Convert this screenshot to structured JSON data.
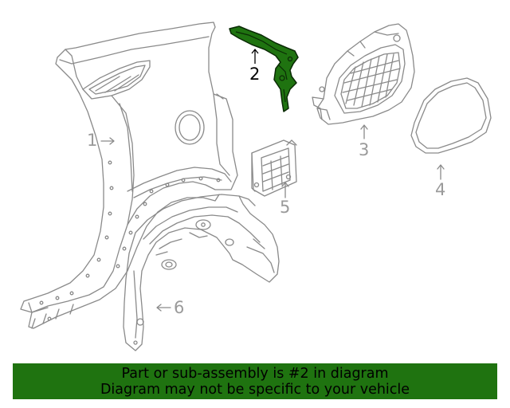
{
  "colors": {
    "line_art": "#8a8a8a",
    "highlight_fill": "#1f7310",
    "highlight_stroke": "#0a2a05",
    "banner_bg": "#1f7310",
    "banner_text": "#000000"
  },
  "callouts": [
    {
      "number": "1",
      "part": "quarter-panel",
      "highlighted": false
    },
    {
      "number": "2",
      "part": "extension-bracket",
      "highlighted": true
    },
    {
      "number": "3",
      "part": "fuel-filler-housing",
      "highlighted": false
    },
    {
      "number": "4",
      "part": "fuel-door",
      "highlighted": false
    },
    {
      "number": "5",
      "part": "air-vent",
      "highlighted": false
    },
    {
      "number": "6",
      "part": "wheel-liner",
      "highlighted": false
    }
  ],
  "banner": {
    "line1": "Part or sub-assembly is #2 in diagram",
    "line2": "Diagram may not be specific to your vehicle"
  }
}
